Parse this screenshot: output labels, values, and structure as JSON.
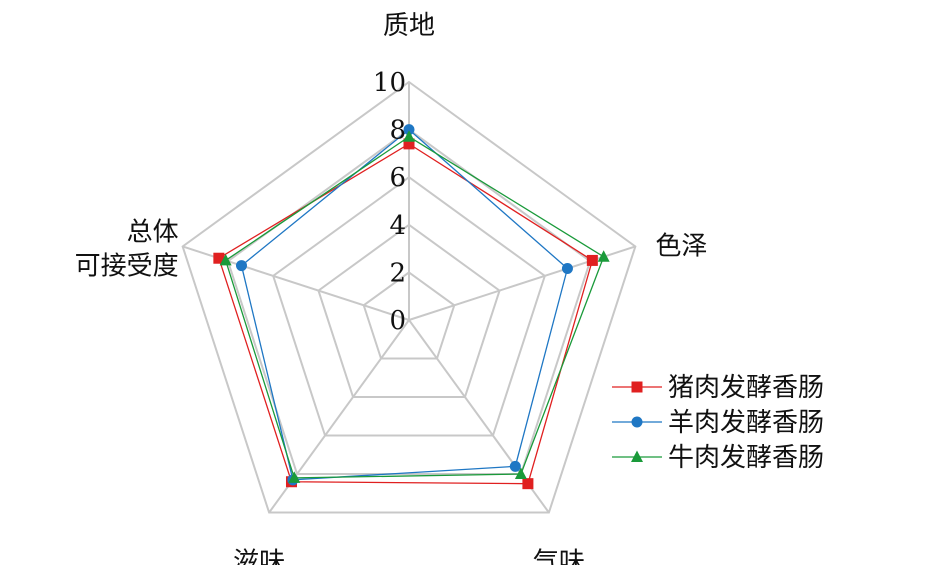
{
  "chart_data": {
    "type": "radar",
    "axes": [
      "质地",
      "色泽",
      "气味",
      "滋味",
      "总体\n可接受度"
    ],
    "range": [
      0,
      10
    ],
    "ticks": [
      "0",
      "2",
      "4",
      "6",
      "8",
      "10"
    ],
    "tick_values": [
      0,
      2,
      4,
      6,
      8,
      10
    ],
    "grid": true,
    "legend_position": "right",
    "series": [
      {
        "name": "猪肉发酵香肠",
        "values": [
          7.4,
          8.1,
          8.5,
          8.4,
          8.4
        ],
        "color": "#e02020",
        "marker": "square"
      },
      {
        "name": "羊肉发酵香肠",
        "values": [
          8.0,
          7.0,
          7.6,
          8.3,
          7.4
        ],
        "color": "#1f77c4",
        "marker": "circle"
      },
      {
        "name": "牛肉发酵香肠",
        "values": [
          7.7,
          8.6,
          8.0,
          8.2,
          8.1
        ],
        "color": "#1a9a3a",
        "marker": "triangle"
      }
    ]
  }
}
